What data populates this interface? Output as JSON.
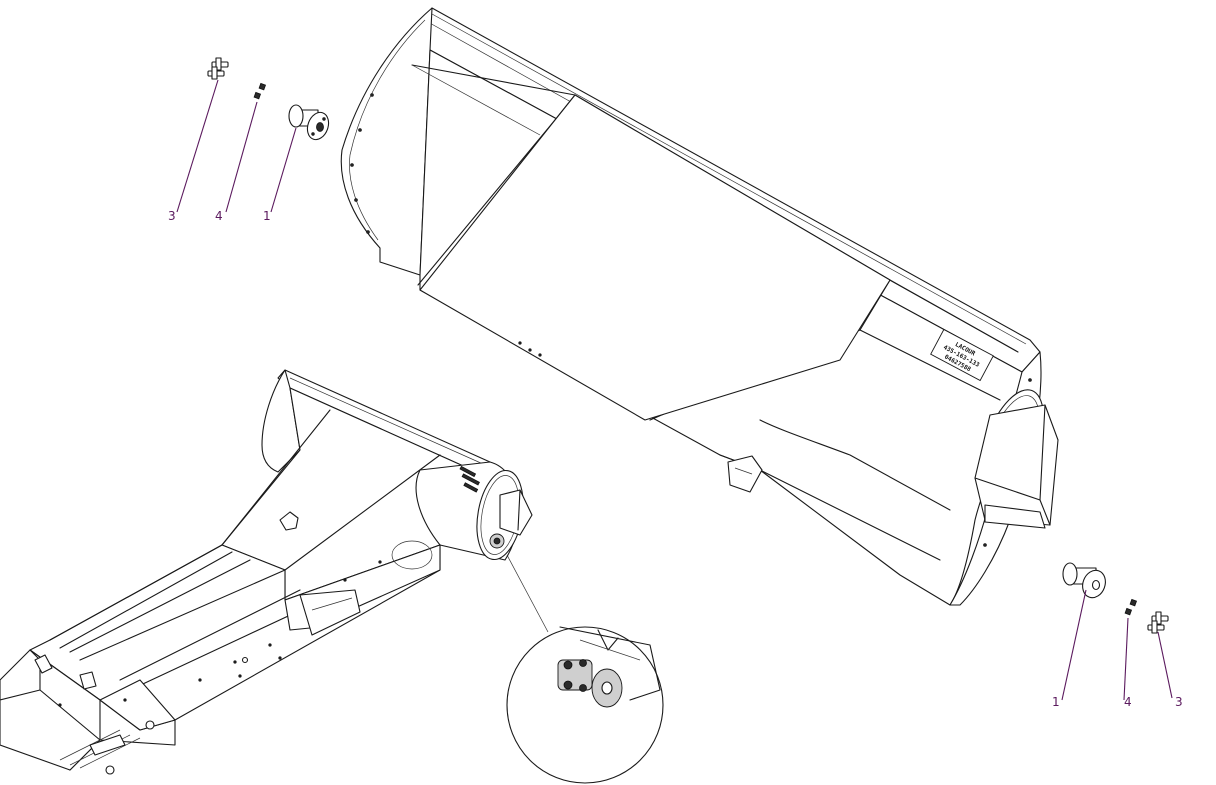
{
  "callouts": {
    "top_left": [
      "3",
      "4",
      "1"
    ],
    "bottom_right": [
      "1",
      "4",
      "3"
    ]
  },
  "plate": {
    "line1": "LACOUR",
    "line2": "435-163-133",
    "line3": "04627588"
  },
  "colors": {
    "leader": "#5b1a5e",
    "linework": "#1a1a1a"
  }
}
